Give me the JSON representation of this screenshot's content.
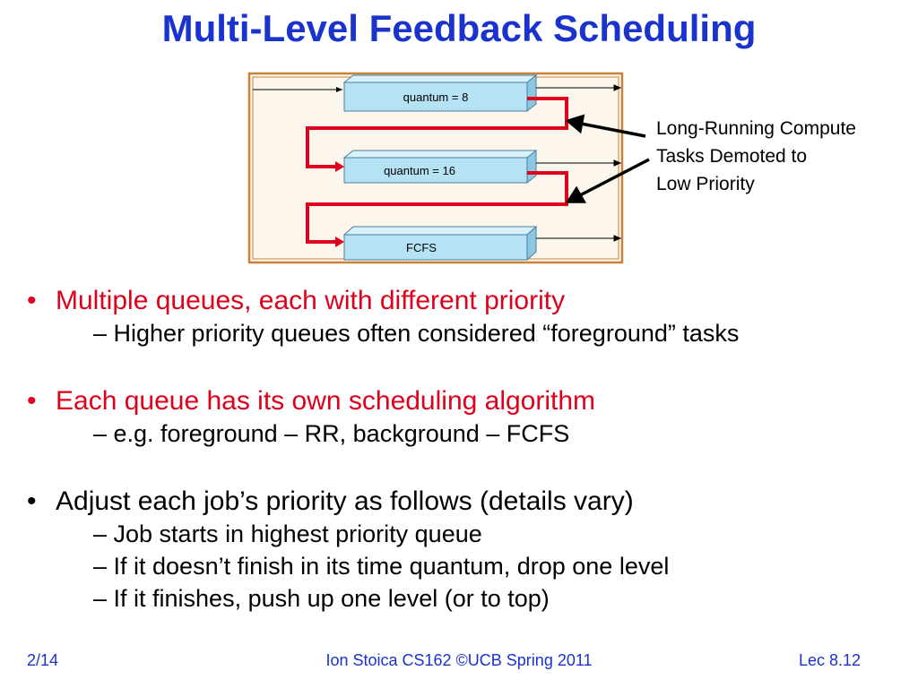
{
  "title": "Multi-Level Feedback Scheduling",
  "diagram": {
    "queues": [
      "quantum = 8",
      "quantum = 16",
      "FCFS"
    ],
    "annotation_lines": [
      "Long-Running Compute",
      "Tasks Demoted to",
      "Low Priority"
    ],
    "colors": {
      "queue_fill": "#b6e3f4",
      "feedback_path": "#e0001b",
      "frame": "#c8823c"
    }
  },
  "bullets": [
    {
      "text": "Multiple queues, each with different priority",
      "color": "red",
      "subs": [
        "– Higher priority queues often considered “foreground” tasks"
      ]
    },
    {
      "text": "Each queue has its own scheduling algorithm",
      "color": "red",
      "subs": [
        "– e.g. foreground – RR, background – FCFS"
      ]
    },
    {
      "text": "Adjust each job’s priority as follows (details vary)",
      "color": "black",
      "subs": [
        "– Job starts in highest priority queue",
        "– If it doesn’t finish in its time quantum, drop one level",
        "– If it finishes, push up one level (or to top)"
      ]
    }
  ],
  "footer": {
    "left": "2/14",
    "center": "Ion Stoica CS162 ©UCB Spring 2011",
    "right": "Lec 8.12"
  },
  "bullet_marker": "•"
}
